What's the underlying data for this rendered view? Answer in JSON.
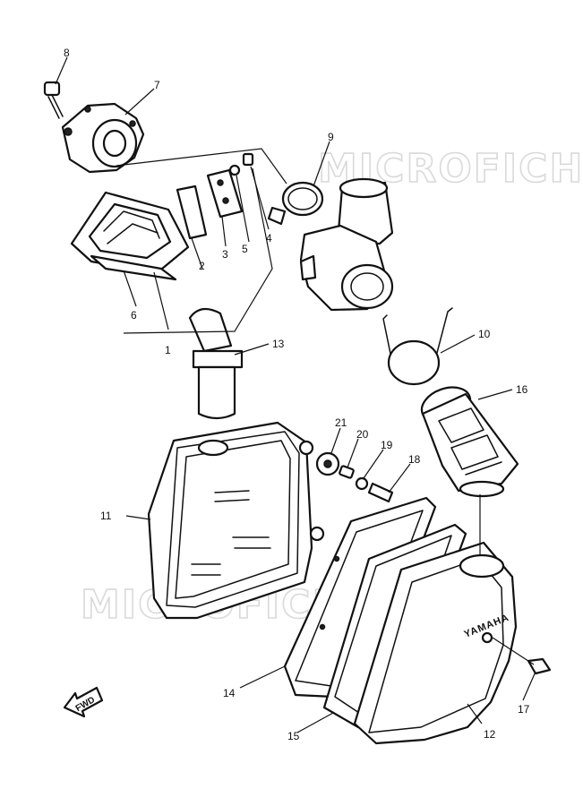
{
  "watermark": {
    "top": "MICROFICHES.NET",
    "bottom": "MICROFICHES.NET"
  },
  "callouts": {
    "c1": "1",
    "c2": "2",
    "c3": "3",
    "c4": "4",
    "c5": "5",
    "c6": "6",
    "c7": "7",
    "c8": "8",
    "c9": "9",
    "c10": "10",
    "c11": "11",
    "c12": "12",
    "c13": "13",
    "c14": "14",
    "c15": "15",
    "c16": "16",
    "c17": "17",
    "c18": "18",
    "c19": "19",
    "c20": "20",
    "c21": "21"
  },
  "fwd_label": "FWD",
  "brand_mark": "YAMAHA"
}
